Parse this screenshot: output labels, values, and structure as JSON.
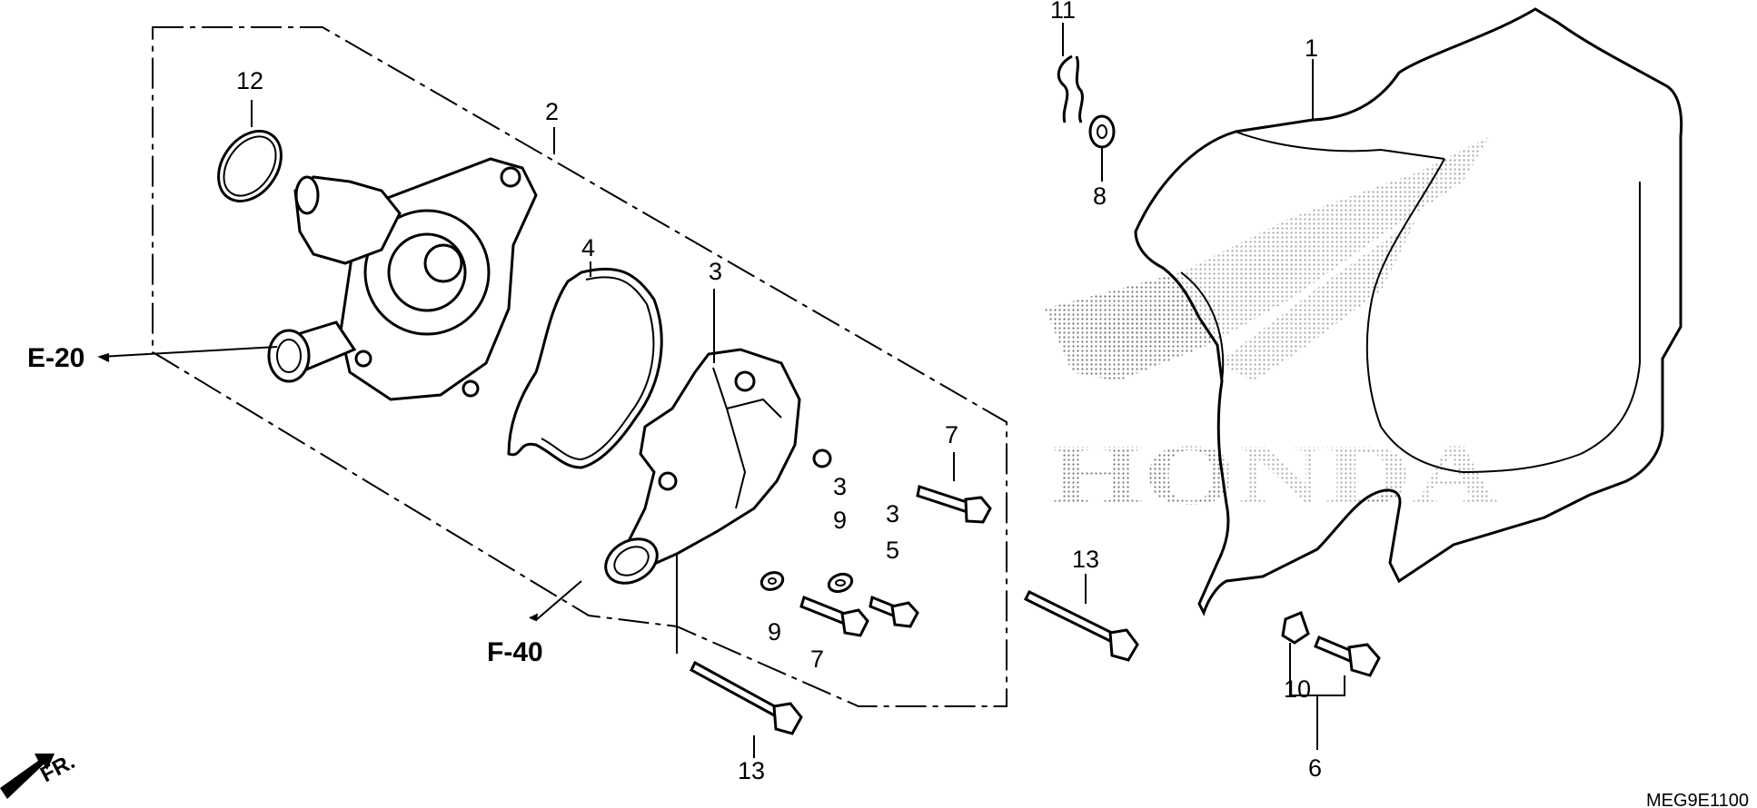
{
  "callouts": {
    "c1": "1",
    "c2": "2",
    "c3a": "3",
    "c3b": "3",
    "c3c": "3",
    "c4": "4",
    "c5": "5",
    "c6": "6",
    "c7a": "7",
    "c7b": "7",
    "c8": "8",
    "c9a": "9",
    "c9b": "9",
    "c10": "10",
    "c11": "11",
    "c12": "12",
    "c13a": "13",
    "c13b": "13"
  },
  "refs": {
    "e20": "E-20",
    "f40": "F-40",
    "front": "FR."
  },
  "watermark": {
    "brand": "HONDA"
  },
  "diagram_code": "MEG9E1100"
}
